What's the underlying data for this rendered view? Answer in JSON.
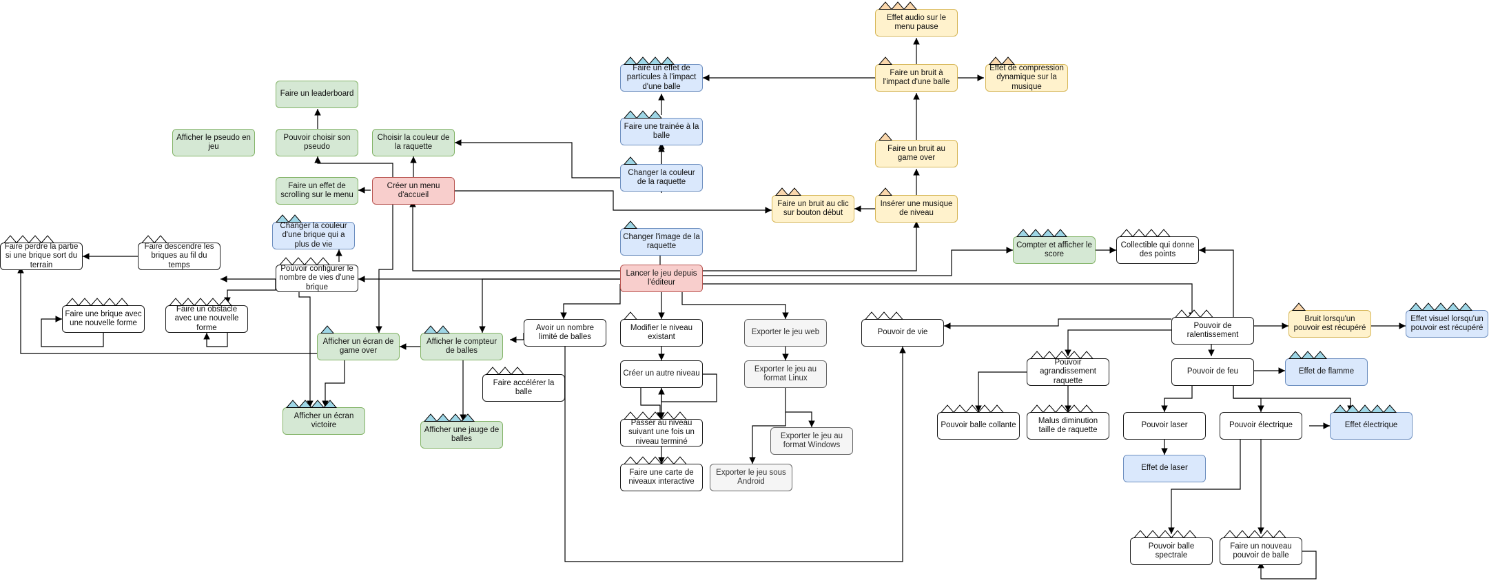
{
  "diagram": {
    "colors": {
      "white": "#ffffff",
      "green": "#d5e8d4",
      "blue": "#dae8fc",
      "yellow": "#fff2cc",
      "red": "#f8cecc",
      "grey": "#f5f5f5",
      "tri_white": "#ffffff",
      "tri_blue": "#9ed6e6",
      "tri_orange": "#fad7ac"
    },
    "nodes": [
      {
        "id": "n01",
        "label": "Lancer le jeu depuis l'éditeur",
        "color": "red",
        "tri": 0,
        "tri_color": "white"
      },
      {
        "id": "n02",
        "label": "Créer un menu d'accueil",
        "color": "red",
        "tri": 0,
        "tri_color": "white"
      },
      {
        "id": "n03",
        "label": "Faire un leaderboard",
        "color": "green",
        "tri": 0,
        "tri_color": "white"
      },
      {
        "id": "n04",
        "label": "Pouvoir choisir son pseudo",
        "color": "green",
        "tri": 0,
        "tri_color": "white"
      },
      {
        "id": "n05",
        "label": "Afficher le pseudo en jeu",
        "color": "green",
        "tri": 0,
        "tri_color": "white"
      },
      {
        "id": "n06",
        "label": "Choisir la couleur de la raquette",
        "color": "green",
        "tri": 0,
        "tri_color": "white"
      },
      {
        "id": "n07",
        "label": "Faire un effet de scrolling sur le menu",
        "color": "green",
        "tri": 0,
        "tri_color": "white"
      },
      {
        "id": "n08",
        "label": "Changer la couleur d'une brique qui a plus de vie",
        "color": "blue",
        "tri": 2,
        "tri_color": "blue"
      },
      {
        "id": "n09",
        "label": "Pouvoir configurer le nombre de vies d'une brique",
        "color": "white",
        "tri": 4,
        "tri_color": "white"
      },
      {
        "id": "n10",
        "label": "Faire descendre les briques au fil du temps",
        "color": "white",
        "tri": 2,
        "tri_color": "white"
      },
      {
        "id": "n11",
        "label": "Faire perdre la partie si une brique sort du terrain",
        "color": "white",
        "tri": 4,
        "tri_color": "white"
      },
      {
        "id": "n12",
        "label": "Faire une brique avec une nouvelle forme",
        "color": "white",
        "tri": 5,
        "tri_color": "white"
      },
      {
        "id": "n13",
        "label": "Faire un obstacle avec une nouvelle forme",
        "color": "white",
        "tri": 5,
        "tri_color": "white"
      },
      {
        "id": "n14",
        "label": "Afficher un écran de game over",
        "color": "green",
        "tri": 1,
        "tri_color": "blue"
      },
      {
        "id": "n15",
        "label": "Afficher un écran victoire",
        "color": "green",
        "tri": 4,
        "tri_color": "blue"
      },
      {
        "id": "n16",
        "label": "Afficher le compteur de balles",
        "color": "green",
        "tri": 2,
        "tri_color": "blue"
      },
      {
        "id": "n17",
        "label": "Afficher une jauge de balles",
        "color": "green",
        "tri": 4,
        "tri_color": "blue"
      },
      {
        "id": "n18",
        "label": "Avoir un nombre limité de balles",
        "color": "white",
        "tri": 0,
        "tri_color": "white"
      },
      {
        "id": "n19",
        "label": "Faire accélérer la balle",
        "color": "white",
        "tri": 3,
        "tri_color": "white"
      },
      {
        "id": "n20",
        "label": "Modifier le niveau existant",
        "color": "white",
        "tri": 1,
        "tri_color": "white"
      },
      {
        "id": "n21",
        "label": "Créer un autre niveau",
        "color": "white",
        "tri": 0,
        "tri_color": "white"
      },
      {
        "id": "n22",
        "label": "Passer au niveau suivant une fois un niveau terminé",
        "color": "white",
        "tri": 5,
        "tri_color": "white"
      },
      {
        "id": "n23",
        "label": "Faire une carte de niveaux interactive",
        "color": "white",
        "tri": 5,
        "tri_color": "white"
      },
      {
        "id": "n24",
        "label": "Exporter le jeu web",
        "color": "grey",
        "tri": 0,
        "tri_color": "white"
      },
      {
        "id": "n25",
        "label": "Exporter le jeu au format Linux",
        "color": "grey",
        "tri": 0,
        "tri_color": "white"
      },
      {
        "id": "n26",
        "label": "Exporter le jeu au format Windows",
        "color": "grey",
        "tri": 0,
        "tri_color": "white"
      },
      {
        "id": "n27",
        "label": "Exporter le jeu sous Android",
        "color": "grey",
        "tri": 0,
        "tri_color": "white"
      },
      {
        "id": "n28",
        "label": "Changer l'image de la raquette",
        "color": "blue",
        "tri": 1,
        "tri_color": "blue"
      },
      {
        "id": "n29",
        "label": "Changer la couleur de la raquette",
        "color": "blue",
        "tri": 1,
        "tri_color": "blue"
      },
      {
        "id": "n30",
        "label": "Faire une trainée à la balle",
        "color": "blue",
        "tri": 3,
        "tri_color": "blue"
      },
      {
        "id": "n31",
        "label": "Faire un effet de particules à l'impact d'une balle",
        "color": "blue",
        "tri": 4,
        "tri_color": "blue"
      },
      {
        "id": "n32",
        "label": "Faire un bruit au clic sur bouton début",
        "color": "yellow",
        "tri": 2,
        "tri_color": "orange"
      },
      {
        "id": "n33",
        "label": "Insérer une musique de niveau",
        "color": "yellow",
        "tri": 1,
        "tri_color": "orange"
      },
      {
        "id": "n34",
        "label": "Faire un bruit au game over",
        "color": "yellow",
        "tri": 1,
        "tri_color": "orange"
      },
      {
        "id": "n35",
        "label": "Faire un bruit à l'impact d'une balle",
        "color": "yellow",
        "tri": 1,
        "tri_color": "orange"
      },
      {
        "id": "n36",
        "label": "Effet audio sur le menu pause",
        "color": "yellow",
        "tri": 3,
        "tri_color": "orange"
      },
      {
        "id": "n37",
        "label": "Effet de compression dynamique sur la musique",
        "color": "yellow",
        "tri": 2,
        "tri_color": "orange"
      },
      {
        "id": "n38",
        "label": "Compter et afficher le score",
        "color": "green",
        "tri": 4,
        "tri_color": "blue"
      },
      {
        "id": "n39",
        "label": "Collectible qui donne des points",
        "color": "white",
        "tri": 4,
        "tri_color": "white"
      },
      {
        "id": "n40",
        "label": "Pouvoir de vie",
        "color": "white",
        "tri": 3,
        "tri_color": "white"
      },
      {
        "id": "n41",
        "label": "Pouvoir de ralentissement",
        "color": "white",
        "tri": 3,
        "tri_color": "white"
      },
      {
        "id": "n42",
        "label": "Bruit lorsqu'un pouvoir est récupéré",
        "color": "yellow",
        "tri": 1,
        "tri_color": "orange"
      },
      {
        "id": "n43",
        "label": "Effet visuel lorsqu'un pouvoir est récupéré",
        "color": "blue",
        "tri": 5,
        "tri_color": "blue"
      },
      {
        "id": "n44",
        "label": "Pouvoir agrandissement raquette",
        "color": "white",
        "tri": 5,
        "tri_color": "white"
      },
      {
        "id": "n45",
        "label": "Pouvoir de feu",
        "color": "white",
        "tri": 0,
        "tri_color": "white"
      },
      {
        "id": "n46",
        "label": "Effet de flamme",
        "color": "blue",
        "tri": 3,
        "tri_color": "blue"
      },
      {
        "id": "n47",
        "label": "Pouvoir balle collante",
        "color": "white",
        "tri": 5,
        "tri_color": "white"
      },
      {
        "id": "n48",
        "label": "Malus diminution taille de raquette",
        "color": "white",
        "tri": 5,
        "tri_color": "white"
      },
      {
        "id": "n49",
        "label": "Pouvoir laser",
        "color": "white",
        "tri": 0,
        "tri_color": "white"
      },
      {
        "id": "n50",
        "label": "Pouvoir électrique",
        "color": "white",
        "tri": 0,
        "tri_color": "white"
      },
      {
        "id": "n51",
        "label": "Effet électrique",
        "color": "blue",
        "tri": 5,
        "tri_color": "blue"
      },
      {
        "id": "n52",
        "label": "Effet de laser",
        "color": "blue",
        "tri": 0,
        "tri_color": "white"
      },
      {
        "id": "n53",
        "label": "Pouvoir balle spectrale",
        "color": "white",
        "tri": 5,
        "tri_color": "white"
      },
      {
        "id": "n54",
        "label": "Faire un nouveau pouvoir de balle",
        "color": "white",
        "tri": 5,
        "tri_color": "white"
      }
    ]
  }
}
